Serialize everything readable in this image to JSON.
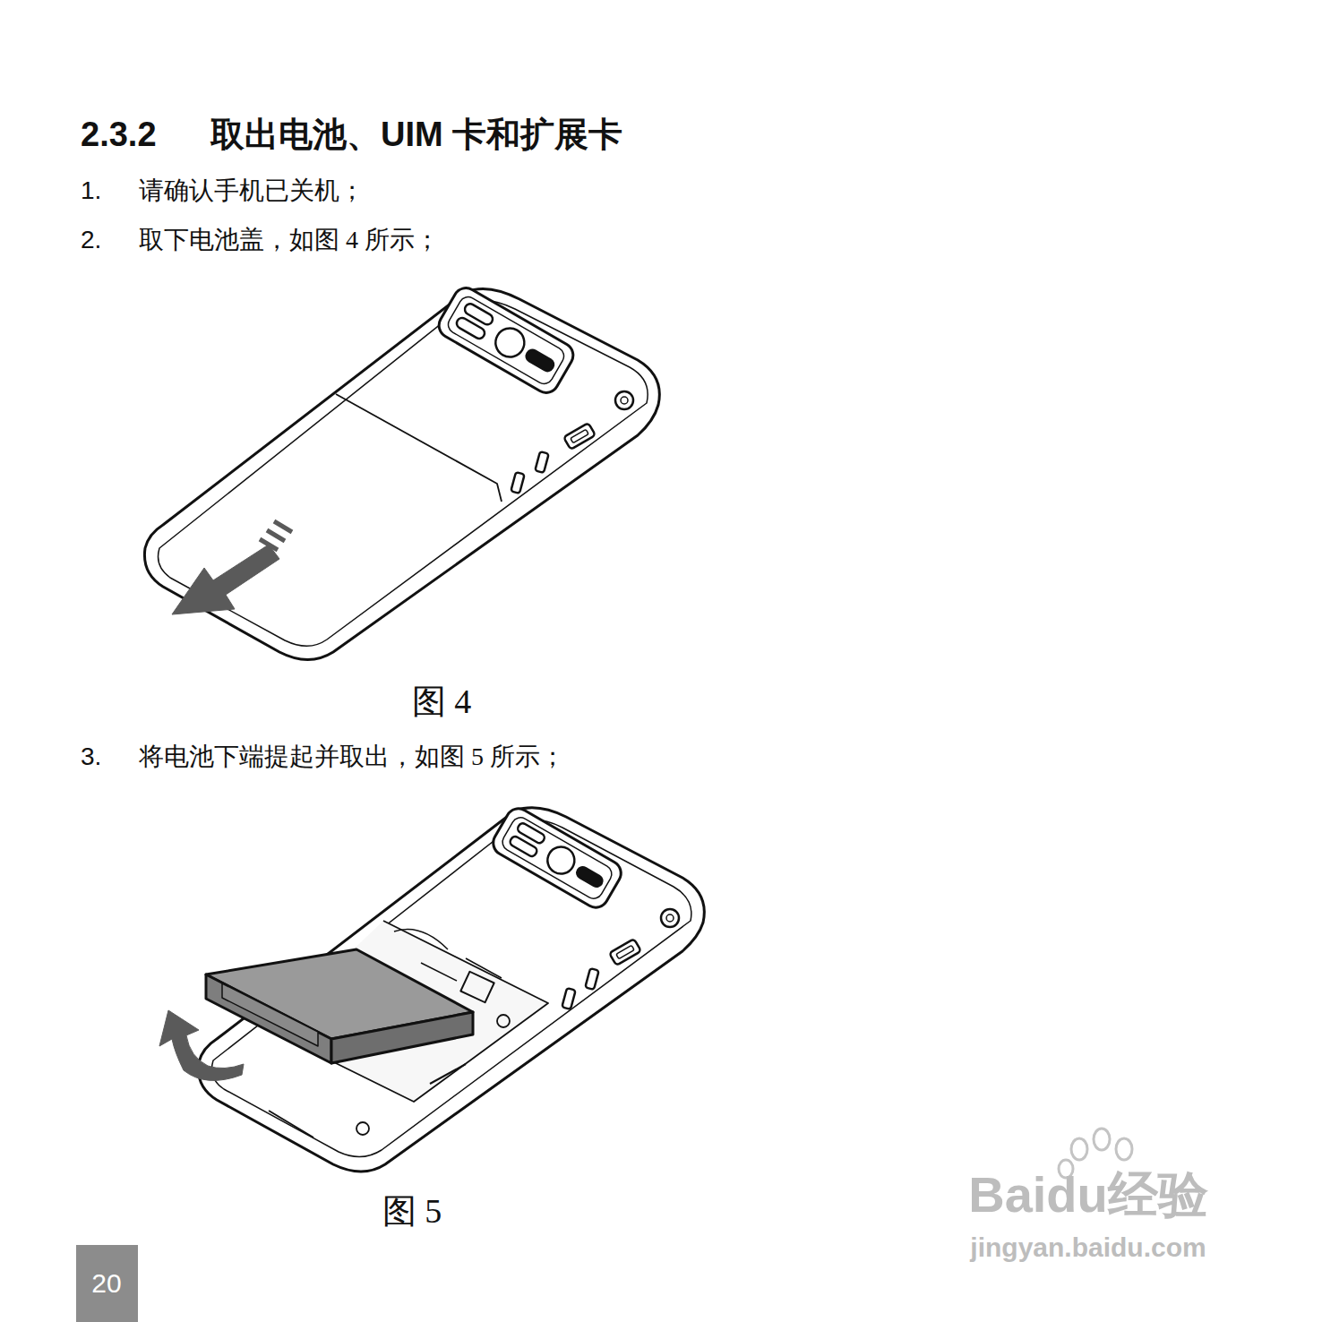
{
  "diagram": {
    "title": "取出电池、UIM 卡和扩展卡",
    "labels": [
      "2.3.2",
      "1.",
      "请确认手机已关机；",
      "2.",
      "取下电池盖，如图 4 所示；",
      "图 4",
      "3.",
      "将电池下端提起并取出，如图 5 所示；",
      "图 5",
      "20",
      "Baidu经验",
      "jingyan.baidu.com"
    ]
  }
}
